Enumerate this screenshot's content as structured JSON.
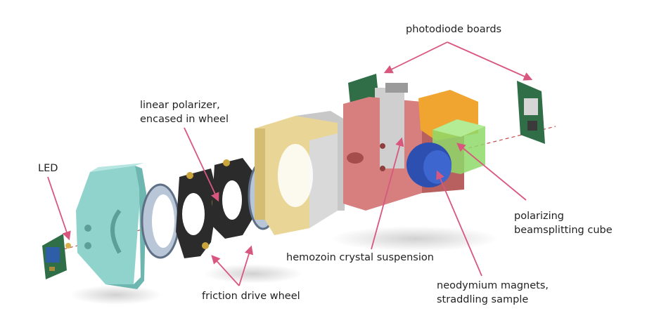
{
  "labels": {
    "photodiode": "photodiode boards",
    "polarizer_1": "linear polarizer,",
    "polarizer_2": "encased in wheel",
    "led": "LED",
    "hemozoin": "hemozoin crystal suspension",
    "friction": "friction drive wheel",
    "neodymium_1": "neodymium magnets,",
    "neodymium_2": "straddling sample",
    "cube_1": "polarizing",
    "cube_2": "beamsplitting cube"
  },
  "colors": {
    "arrow": "#d9577f",
    "teal_housing": "#8fd3cc",
    "black_part": "#2b2b2b",
    "gold_part": "#e9d596",
    "red_block": "#d77f7f",
    "pcb_green": "#2f6e46",
    "magnet_blue": "#2c4fb0",
    "cube_green": "#8ed96a",
    "board_orange": "#f0a530",
    "beam": "#c94848"
  }
}
